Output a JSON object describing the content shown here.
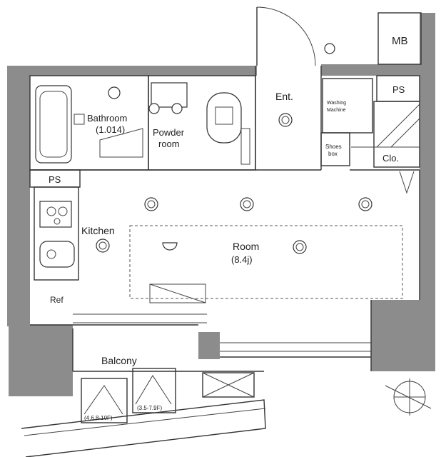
{
  "rooms": {
    "mb": "MB",
    "ps_top": "PS",
    "ps_left": "PS",
    "bathroom_name": "Bathroom",
    "bathroom_size": "(1.014)",
    "powder_name": "Powder",
    "powder_name2": "room",
    "ent": "Ent.",
    "washing_1": "Washing",
    "washing_2": "Machine",
    "shoe_1": "Shoes",
    "shoe_2": "box",
    "clo": "Clo.",
    "kitchen": "Kitchen",
    "room_name": "Room",
    "room_size": "(8.4j)",
    "ref": "Ref",
    "balcony": "Balcony",
    "balcony_unit_1": "(4.6.8-10F)",
    "balcony_unit_2": "(3.5-7.9F)"
  }
}
